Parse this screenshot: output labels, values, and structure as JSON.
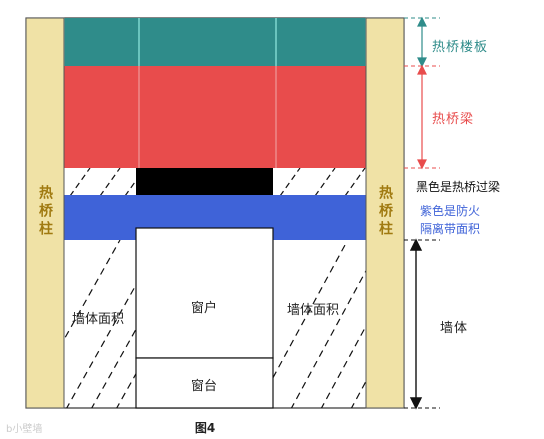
{
  "labels": {
    "column_left": "热桥柱",
    "column_right": "热桥柱",
    "floor_slab": "热桥楼板",
    "beam": "热桥梁",
    "lintel": "黑色是热桥过梁",
    "firebreak_line1": "紫色是防火",
    "firebreak_line2": "隔离带面积",
    "wall_area_left": "墙体面积",
    "wall_area_right": "墙体面积",
    "window": "窗户",
    "sill": "窗台",
    "wall": "墙体",
    "caption": "图4",
    "watermark": "b小壁墙"
  },
  "colors": {
    "column": "#f0e2a6",
    "column_text": "#a07a10",
    "slab": "#2f8c8a",
    "beam": "#e84c4c",
    "lintel": "#000000",
    "firebreak": "#3f63d8",
    "slab_label": "#2f8c8a",
    "beam_label": "#e84c4c",
    "firebreak_label": "#3f63d8",
    "text": "#222222"
  }
}
